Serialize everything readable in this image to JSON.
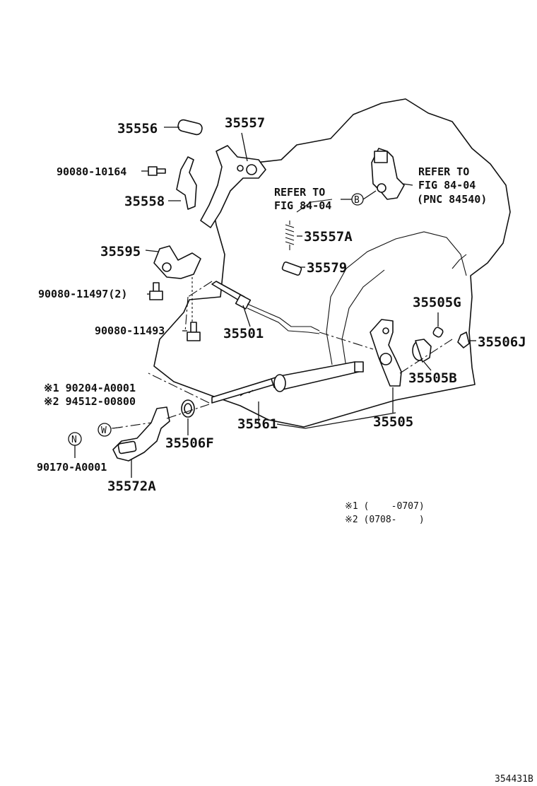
{
  "labels": {
    "p35556": "35556",
    "p35557": "35557",
    "p90080_10164": "90080-10164",
    "p35558": "35558",
    "p35595": "35595",
    "p90080_11497": "90080-11497(2)",
    "p90080_11493": "90080-11493",
    "p35501": "35501",
    "p35557A": "35557A",
    "p35579": "35579",
    "p35505G": "35505G",
    "p35506J": "35506J",
    "p35505B": "35505B",
    "p35505": "35505",
    "p35561": "35561",
    "p35506F": "35506F",
    "p35572A": "35572A",
    "p90204_A0001": "※1 90204-A0001",
    "p94512_00800": "※2 94512-00800",
    "p90170_A0001": "90170-A0001"
  },
  "refer_left": {
    "line1": "REFER TO",
    "line2": "FIG 84-04",
    "circle": "B"
  },
  "refer_right": {
    "line1": "REFER TO",
    "line2": "FIG 84-04",
    "line3": "(PNC 84540)"
  },
  "symbols": {
    "w": "W",
    "n": "N"
  },
  "notes": {
    "note1": "※1 (    -0707)",
    "note2": "※2 (0708-    )"
  },
  "figure_id": "354431B"
}
